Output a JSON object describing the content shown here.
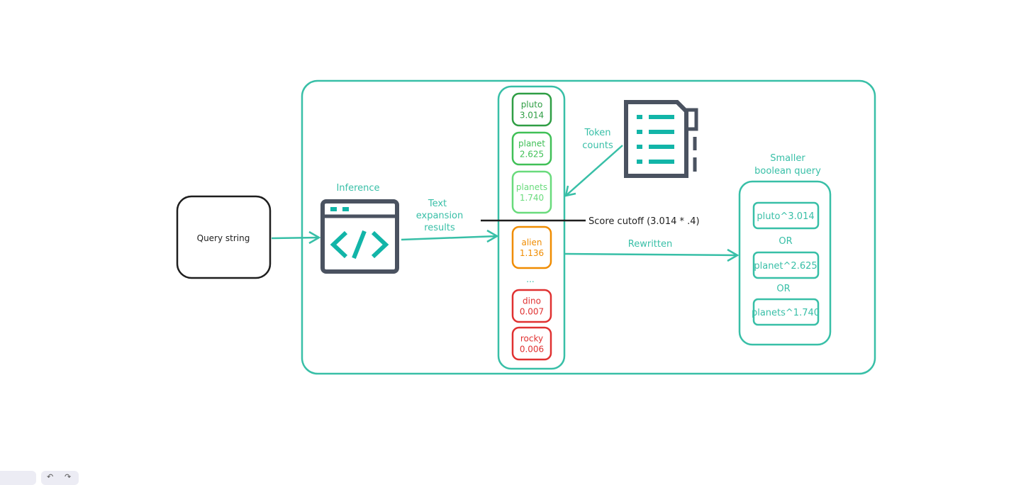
{
  "colors": {
    "teal": "#38bfa7",
    "icon_gray": "#4a5260",
    "icon_teal": "#12b5a8",
    "dark_green": "#2f9e44",
    "green": "#40c057",
    "light_green": "#69db7c",
    "orange": "#f08c00",
    "red": "#e03131",
    "black": "#1e1e1e"
  },
  "query": {
    "label": "Query string"
  },
  "inference": {
    "label": "Inference",
    "icon": "code-window-icon"
  },
  "expansion_label": {
    "line1": "Text",
    "line2": "expansion",
    "line3": "results"
  },
  "tokens": [
    {
      "term": "pluto",
      "score": "3.014",
      "color": "#2f9e44"
    },
    {
      "term": "planet",
      "score": "2.625",
      "color": "#40c057"
    },
    {
      "term": "planets",
      "score": "1.740",
      "color": "#69db7c"
    },
    {
      "term": "alien",
      "score": "1.136",
      "color": "#f08c00"
    },
    {
      "term": "dino",
      "score": "0.007",
      "color": "#e03131"
    },
    {
      "term": "rocky",
      "score": "0.006",
      "color": "#e03131"
    }
  ],
  "ellipsis": "...",
  "cutoff": {
    "label": "Score cutoff (3.014 * .4)"
  },
  "token_counts": {
    "line1": "Token",
    "line2": "counts",
    "icon": "document-list-icon"
  },
  "rewritten": "Rewritten",
  "boolean_query": {
    "title1": "Smaller",
    "title2": "boolean query",
    "clauses": [
      "pluto^3.014",
      "planet^2.625",
      "planets^1.740"
    ],
    "operators": [
      "OR",
      "OR"
    ]
  },
  "toolbar": {
    "undo_icon": "undo-icon",
    "redo_icon": "redo-icon"
  }
}
